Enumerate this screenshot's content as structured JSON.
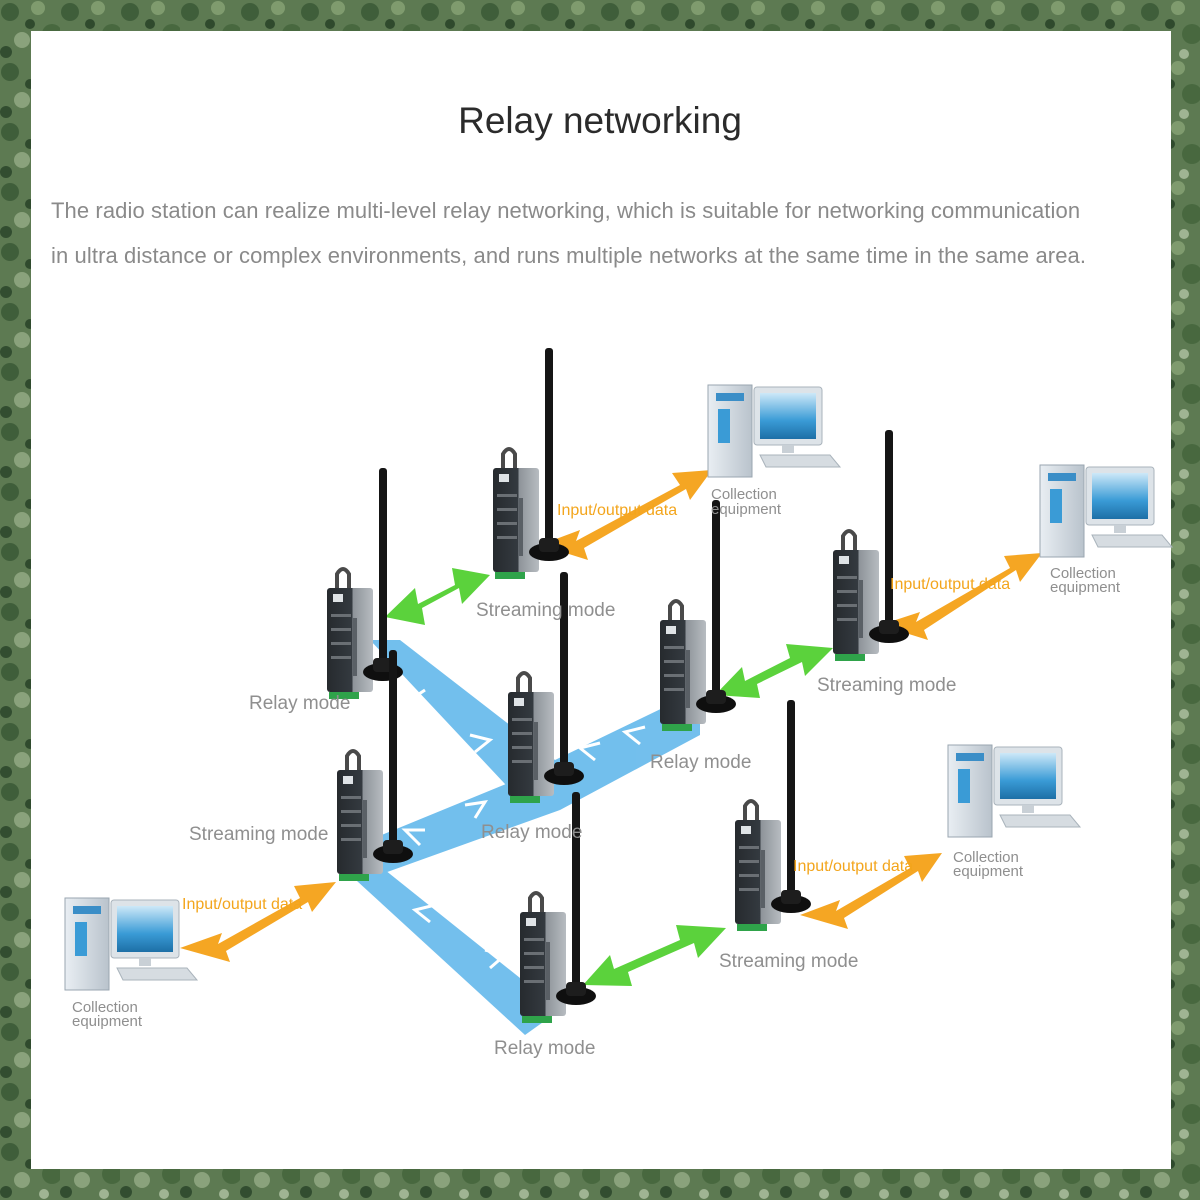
{
  "title": "Relay networking",
  "description": {
    "line1": "The radio station can realize multi-level relay networking, which is suitable for networking communication",
    "line2": "in ultra distance or complex environments, and runs multiple networks at the same time in the same area."
  },
  "labels": {
    "relay_mode": "Relay mode",
    "streaming_mode": "Streaming mode",
    "io_data": "Input/output data",
    "collection_line1": "Collection",
    "collection_line2": "equipment"
  },
  "colors": {
    "relay_path": "#5ab4ea",
    "stream_link": "#5bd23c",
    "io_arrow": "#f5a623",
    "label": "#8f8f8f"
  }
}
